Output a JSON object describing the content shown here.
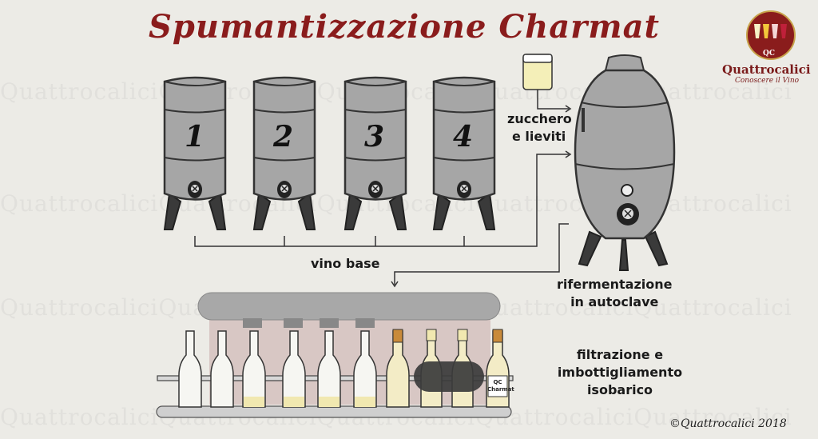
{
  "title": "Spumantizzazione Charmat",
  "tanks": [
    "1",
    "2",
    "3",
    "4"
  ],
  "labels": {
    "sugar_yeast_line1": "zucchero",
    "sugar_yeast_line2": "e lieviti",
    "base_wine": "vino base",
    "refermentation_line1": "rifermentazione",
    "refermentation_line2": "in autoclave",
    "bottling_line1": "filtrazione e",
    "bottling_line2": "imbottigliamento",
    "bottling_line3": "isobarico"
  },
  "bottle_label": {
    "line1": "QC",
    "line2": "Charmat"
  },
  "logo": {
    "name": "Quattrocalici",
    "tagline": "Conoscere il Vino",
    "initials": "QC"
  },
  "watermark": "QuattrocaliciQuattrocaliciQuattrocaliciQuattrocaliciQuattrocalici",
  "copyright": "©Quattrocalici 2018",
  "colors": {
    "title": "#8a1c1c",
    "tank": "#a6a6a6",
    "background": "#ecebe6"
  }
}
